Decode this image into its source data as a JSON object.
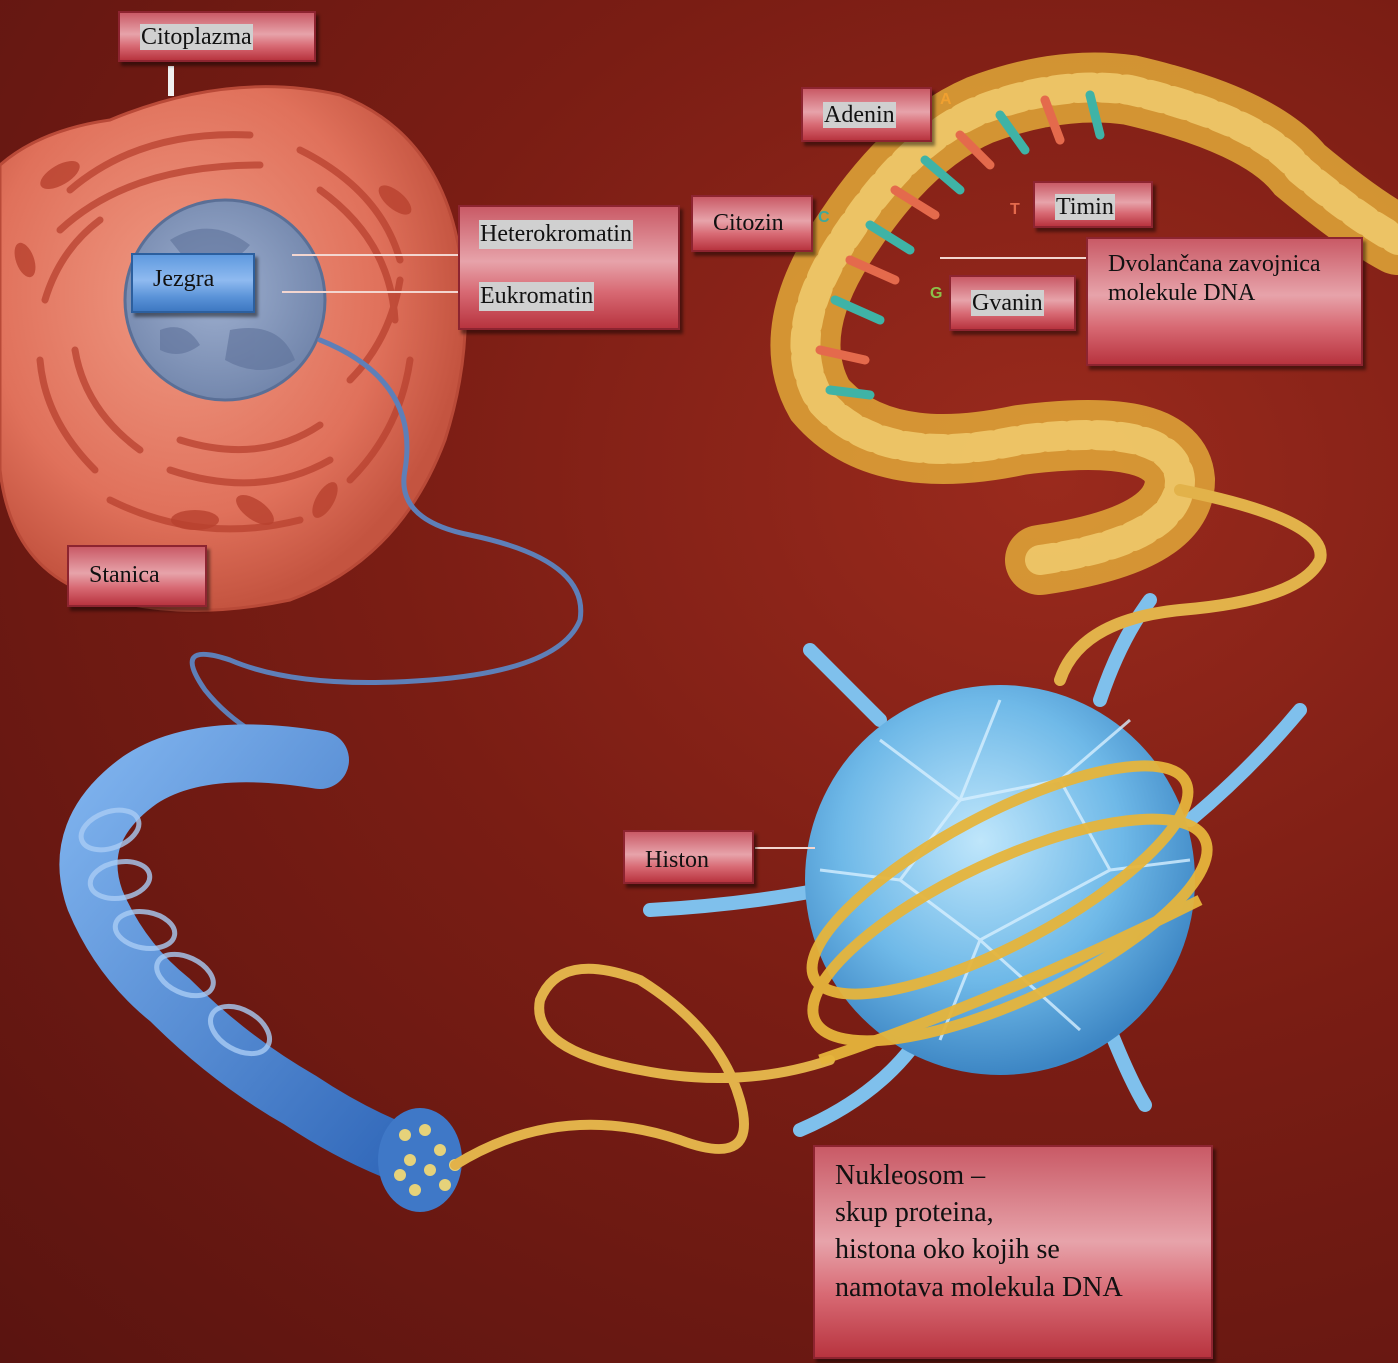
{
  "labels": {
    "citoplazma": "Citoplazma",
    "jezgra": "Jezgra",
    "heterokromatin": "Heterokromatin",
    "eukromatin": "Eukromatin",
    "citozin": "Citozin",
    "adenin": "Adenin",
    "timin": "Timin",
    "gvanin": "Gvanin",
    "dvolancana": "Dvolančana zavojnica molekule DNA",
    "stanica": "Stanica",
    "histon": "Histon",
    "nukleosom": [
      "Nukleosom –",
      "skup proteina,",
      "histona oko kojih se",
      "namotava molekula DNA"
    ]
  },
  "base_letters": {
    "a": "A",
    "c": "C",
    "t": "T",
    "g": "G"
  },
  "colors": {
    "background": "#7a1d14",
    "label_fill": "#e7a3aa",
    "label_border": "#8d2430",
    "nucleus_label": "#5f9adf",
    "cell": "#e0715b",
    "nucleus": "#7f93b8",
    "dna_yellow": "#e6b53c",
    "chromatin_blue": "#4a86d6",
    "histone": "#6fb9e8"
  }
}
